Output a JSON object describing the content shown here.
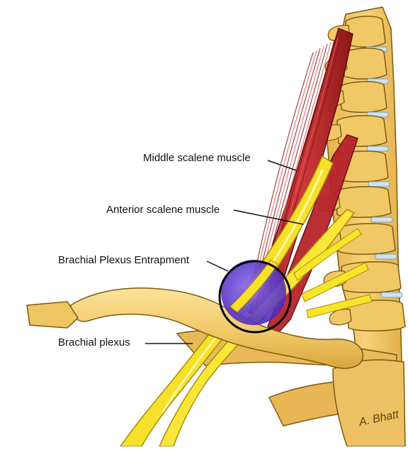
{
  "labels": {
    "middle_scalene": "Middle scalene muscle",
    "anterior_scalene": "Anterior scalene muscle",
    "entrapment": "Brachial Plexus Entrapment",
    "brachial_plexus": "Brachial plexus"
  },
  "signature": "A. Bhatt",
  "colors": {
    "bone": "#f1c866",
    "bone_shadow": "#c8962c",
    "bone_outline": "#7a5a12",
    "disc": "#cfe2ee",
    "muscle": "#c0282a",
    "muscle_dark": "#7d1515",
    "muscle_light": "#e8565a",
    "nerve": "#f7e52a",
    "nerve_light": "#fff8a0",
    "nerve_outline": "#a98c08",
    "entrapment_fill": "#6a3fd0",
    "leader": "#111111"
  }
}
